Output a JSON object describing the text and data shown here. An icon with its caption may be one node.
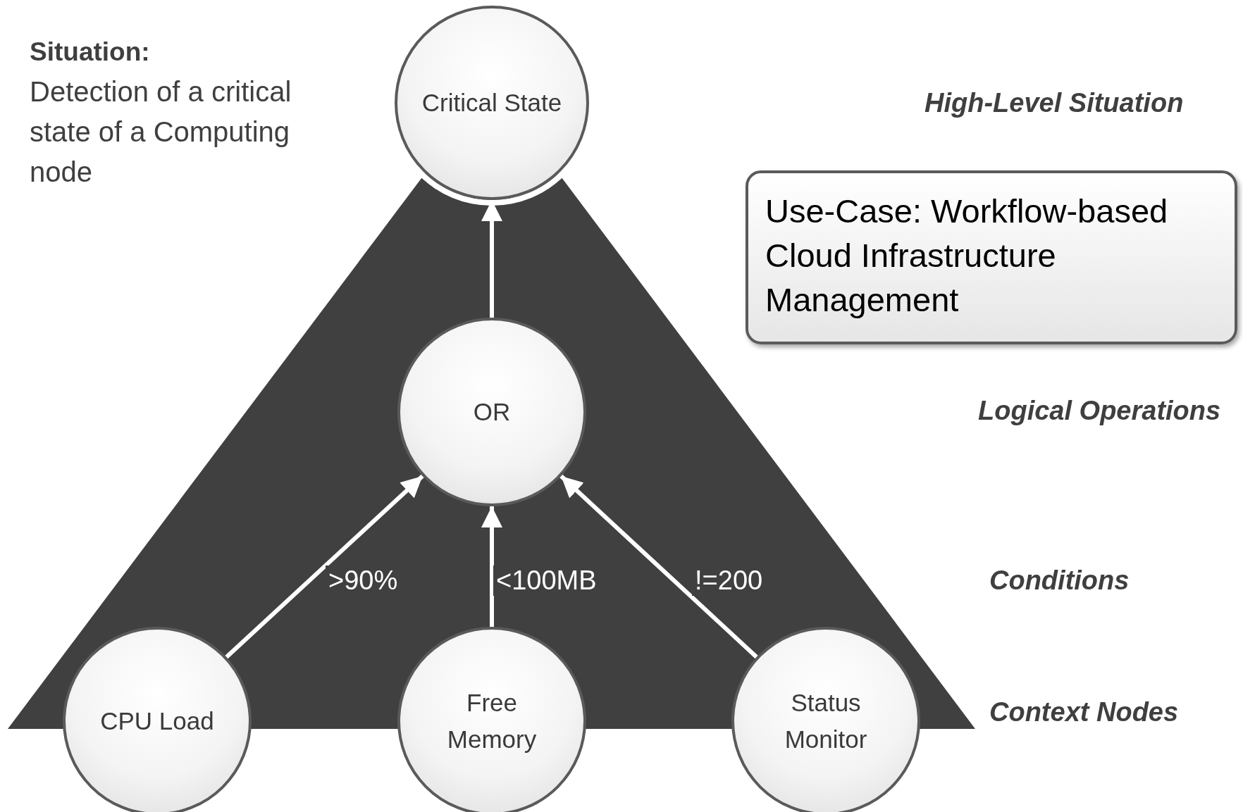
{
  "diagram": {
    "nodes": [
      {
        "text": [
          "Critical State"
        ]
      },
      {
        "text": [
          "OR"
        ]
      },
      {
        "text": [
          "CPU Load"
        ]
      },
      {
        "text": [
          "Free Memory"
        ]
      },
      {
        "text": [
          "Status Monitor"
        ]
      },
      {
        "text": [
          "Use-Case: Workflow-based Cloud Infrastructure Management"
        ]
      }
    ],
    "edges": [
      {
        "from": 1,
        "to": 0,
        "arrow": "to"
      },
      {
        "from": 2,
        "to": 1,
        "arrow": "to",
        "label": ">90%"
      },
      {
        "from": 3,
        "to": 1,
        "arrow": "to",
        "label": "<100MB"
      },
      {
        "from": 4,
        "to": 1,
        "arrow": "to",
        "label": "!=200"
      }
    ],
    "labels": [
      "Situation:",
      "Detection of a critical state of a Computing node",
      "High-Level Situation",
      "Logical Operations",
      "Conditions",
      "Context Nodes"
    ]
  }
}
